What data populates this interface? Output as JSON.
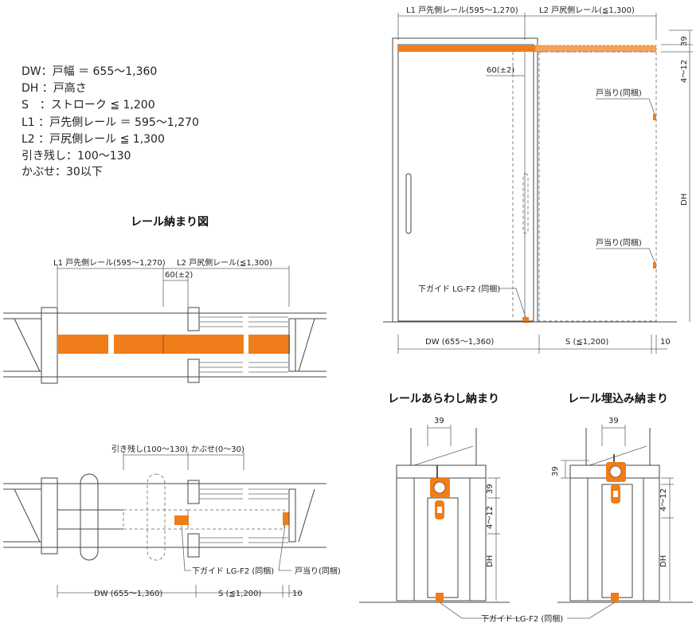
{
  "colors": {
    "accent": "#ef7d1a",
    "line": "#444444"
  },
  "spec": {
    "dw": "DW：戸幅 ＝ 655～1,360",
    "dh": "DH ：戸高さ",
    "s": "S　：ストローク ≦ 1,200",
    "l1": "L1 ：戸先側レール ＝ 595～1,270",
    "l2": "L2 ：戸尻側レール ≦ 1,300",
    "hikinokoshi": "引き残し：100～130",
    "kabuse": "かぶせ：30以下"
  },
  "rail_plan": {
    "title": "レール納まり図",
    "l1_label": "L1 戸先側レール(595～1,270)",
    "l2_label": "L2 戸尻側レール(≦1,300)",
    "gap_label": "60(±2)"
  },
  "door_plan": {
    "hikinokoshi_label": "引き残し(100～130)",
    "kabuse_label": "かぶせ(0～30)",
    "guide_label": "下ガイド LG-F2 (同梱)",
    "stop_label": "戸当り(同梱)",
    "dw_label": "DW (655～1,360)",
    "s_label": "S (≦1,200)",
    "end_label": "10"
  },
  "elevation": {
    "l1_label": "L1 戸先側レール(595～1,270)",
    "l2_label": "L2 戸尻側レール(≦1,300)",
    "gap_label": "60(±2)",
    "stop_top_label": "戸当り(同梱)",
    "stop_bottom_label": "戸当り(同梱)",
    "guide_label": "下ガイド LG-F2 (同梱)",
    "dh_label": "DH",
    "top_dim": "39",
    "clearance_dim": "4～12",
    "dw_label": "DW (655～1,360)",
    "s_label": "S (≦1,200)",
    "end_label": "10"
  },
  "section_exposed": {
    "title": "レールあらわし納まり",
    "width_dim": "39",
    "height_dim": "39",
    "clearance_dim": "4～12",
    "dh_label": "DH"
  },
  "section_embedded": {
    "title": "レール埋込み納まり",
    "width_dim": "39",
    "height_dim": "39",
    "clearance_dim": "4～12",
    "dh_label": "DH"
  },
  "sections_guide_label": "下ガイド LG-F2 (同梱)"
}
